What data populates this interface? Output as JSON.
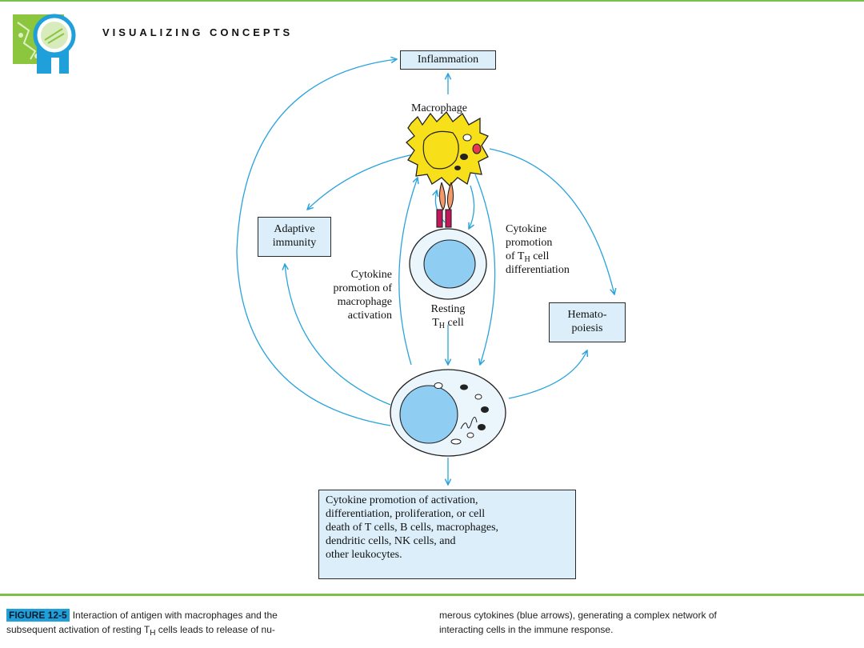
{
  "header": {
    "section_title": "VISUALIZING CONCEPTS"
  },
  "diagram": {
    "boxes": {
      "inflammation": "Inflammation",
      "adaptive_immunity": [
        "Adaptive",
        "immunity"
      ],
      "hematopoiesis": [
        "Hemato-",
        "poiesis"
      ],
      "cytokine_promotion": [
        "Cytokine promotion of activation,",
        "differentiation, proliferation, or cell",
        "death of T cells, B cells, macrophages,",
        "dendritic cells, NK cells, and",
        "other leukocytes."
      ]
    },
    "labels": {
      "macrophage": "Macrophage",
      "macrophage_activation": [
        "Cytokine",
        "promotion of",
        "macrophage",
        "activation"
      ],
      "resting_line1": "Resting",
      "resting_T": "T",
      "resting_sub": "H",
      "resting_cell": " cell",
      "th_promo_line1": "Cytokine",
      "th_promo_line2": "promotion",
      "th_promo_of": "of T",
      "th_promo_sub": "H",
      "th_promo_cell": " cell",
      "th_promo_line4": "differentiation"
    },
    "colors": {
      "arrow": "#29a3dc",
      "box_fill": "#dbeefa",
      "cell_fill": "#8fcdf2",
      "macrophage": "#f7e019"
    }
  },
  "caption": {
    "figure_label": "FIGURE 12-5",
    "left_1": "Interaction of antigen with macrophages and the",
    "left_2a": "subsequent activation of resting T",
    "left_2_sub": "H",
    "left_2b": " cells leads to release of nu-",
    "right_1": "merous cytokines (blue arrows), generating a complex network of",
    "right_2": "interacting cells in the immune response."
  }
}
